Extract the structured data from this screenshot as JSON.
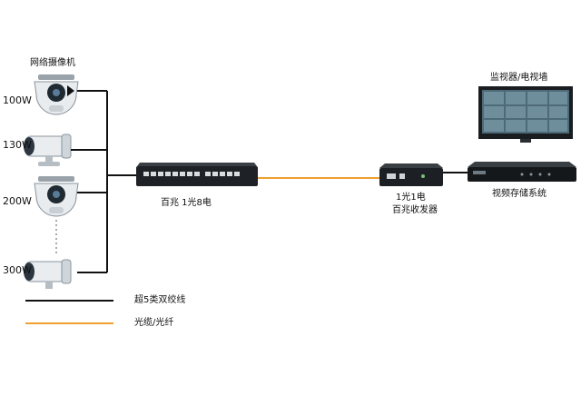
{
  "cameras": {
    "heading": "网络摄像机",
    "items": [
      {
        "watt": "100W",
        "type": "dome-camera-icon"
      },
      {
        "watt": "130W",
        "type": "bullet-camera-icon"
      },
      {
        "watt": "200W",
        "type": "dome-camera-icon"
      },
      {
        "watt": "300W",
        "type": "bullet-camera-icon"
      }
    ]
  },
  "switch": {
    "label": "百兆 1光8电"
  },
  "transceiver": {
    "label_line1": "1光1电",
    "label_line2": "百兆收发器"
  },
  "monitor": {
    "label": "监视器/电视墙"
  },
  "nvr": {
    "label": "视频存储系统"
  },
  "legend": [
    {
      "label": "超5类双绞线",
      "color": "#111111"
    },
    {
      "label": "光缆/光纤",
      "color": "#f0a030"
    }
  ],
  "colors": {
    "twisted_pair": "#111111",
    "fiber": "#f0a030"
  }
}
